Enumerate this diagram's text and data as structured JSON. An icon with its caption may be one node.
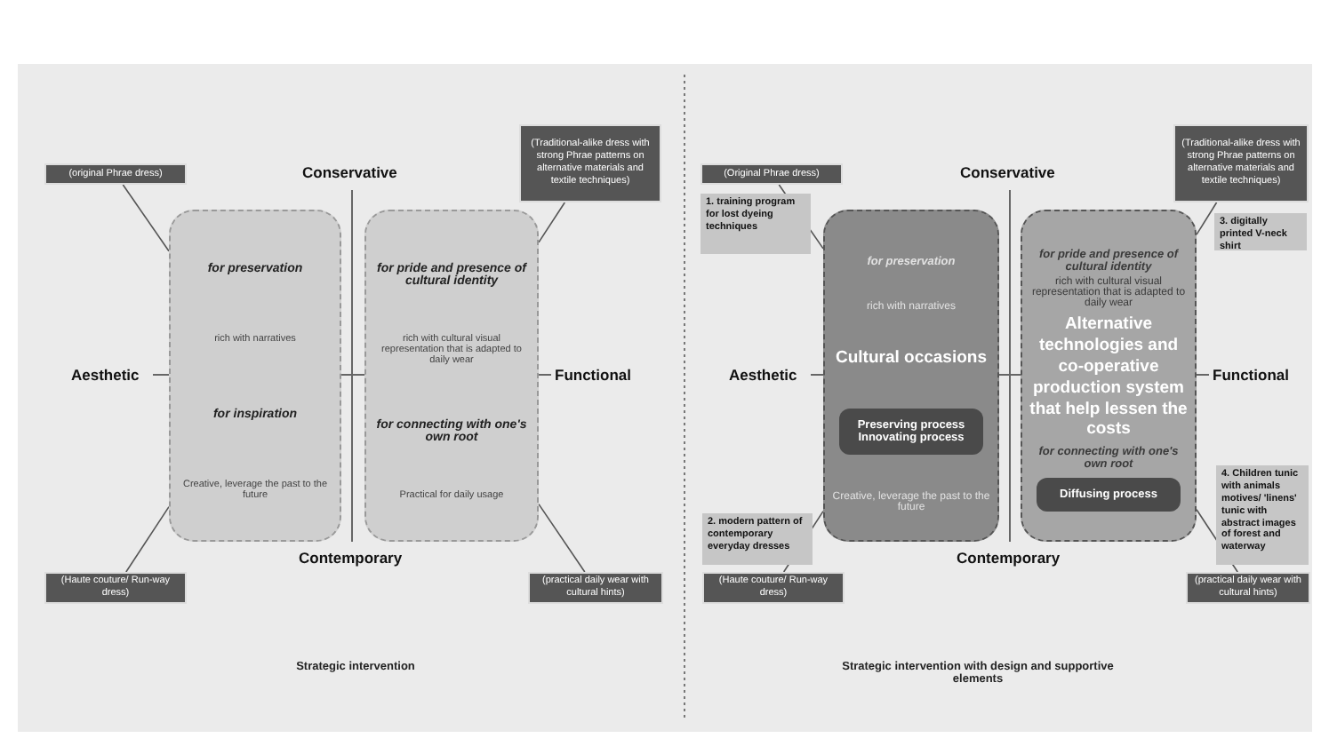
{
  "diagram": {
    "nodes": [
      {
        "text": [
          "for preservation",
          "rich with narratives",
          "for inspiration",
          "Creative, leverage the past to the future"
        ]
      },
      {
        "text": [
          "for pride and presence of cultural identity",
          "rich with cultural visual representation that is adapted to daily wear",
          "for connecting with one's own root",
          "Practical for daily usage"
        ]
      },
      {
        "text": [
          "(original Phrae dress)"
        ]
      },
      {
        "text": [
          "(Traditional-alike dress with strong Phrae patterns on alternative materials and textile techniques)"
        ]
      },
      {
        "text": [
          "(Haute couture/ Run-way dress)"
        ]
      },
      {
        "text": [
          "(practical daily wear with cultural hints)"
        ]
      },
      {
        "text": [
          "for preservation",
          "rich with narratives",
          "Cultural occasions",
          "Creative, leverage the past to the future"
        ]
      },
      {
        "text": [
          "Preserving process Innovating process"
        ],
        "in": 6
      },
      {
        "text": [
          "for pride and presence of cultural identity",
          "rich with cultural visual representation that is adapted to daily wear",
          "Alternative technologies and co-operative production system that help lessen the costs",
          "for connecting with one's own root"
        ]
      },
      {
        "text": [
          "Diffusing process"
        ],
        "in": 8
      },
      {
        "text": [
          "(Original Phrae dress)"
        ]
      },
      {
        "text": [
          "(Traditional-alike dress with strong Phrae patterns on alternative materials and textile techniques)"
        ]
      },
      {
        "text": [
          "(Haute couture/ Run-way dress)"
        ]
      },
      {
        "text": [
          "(practical daily wear with cultural hints)"
        ]
      },
      {
        "text": [
          "1. training program for lost dyeing techniques"
        ]
      },
      {
        "text": [
          "2. modern pattern of contemporary everyday dresses"
        ]
      },
      {
        "text": [
          "3. digitally printed V-neck shirt"
        ]
      },
      {
        "text": [
          "4. Children tunic with animals motives/ 'linens' tunic with abstract images of forest and waterway"
        ]
      }
    ],
    "edges": [
      {
        "from": 2,
        "to": 0,
        "arrow": "none"
      },
      {
        "from": 3,
        "to": 1,
        "arrow": "none"
      },
      {
        "from": 4,
        "to": 0,
        "arrow": "none"
      },
      {
        "from": 5,
        "to": 1,
        "arrow": "none"
      },
      {
        "from": 10,
        "to": 6,
        "arrow": "none"
      },
      {
        "from": 11,
        "to": 8,
        "arrow": "none"
      },
      {
        "from": 12,
        "to": 6,
        "arrow": "none"
      },
      {
        "from": 13,
        "to": 8,
        "arrow": "none"
      }
    ],
    "labels": [
      "Conservative",
      "Aesthetic",
      "Functional",
      "Contemporary",
      "Strategic intervention",
      "Conservative",
      "Aesthetic",
      "Functional",
      "Contemporary",
      "Strategic intervention with design and supportive elements"
    ]
  }
}
